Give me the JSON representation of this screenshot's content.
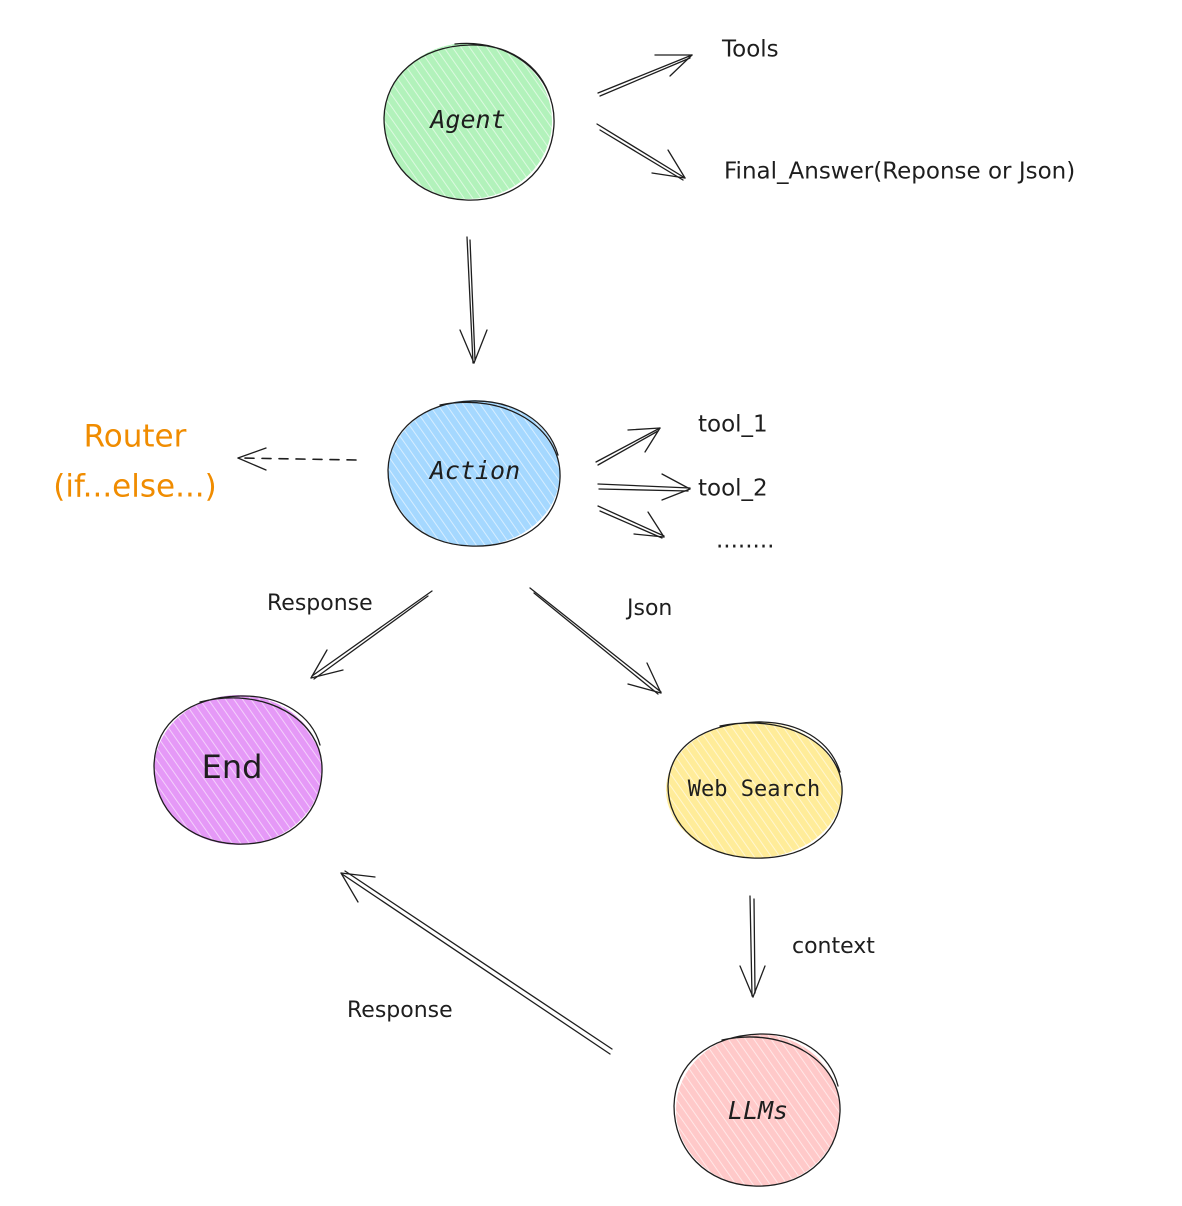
{
  "nodes": {
    "agent": {
      "label": "Agent",
      "fill": "#b2f2bb"
    },
    "action": {
      "label": "Action",
      "fill": "#a5d8ff"
    },
    "end": {
      "label": "End",
      "fill": "#e599f7"
    },
    "web_search": {
      "label": "Web Search",
      "fill": "#ffec99"
    },
    "llms": {
      "label": "LLMs",
      "fill": "#ffc9c9"
    }
  },
  "agent_outputs": {
    "tools": "Tools",
    "final_answer": "Final_Answer(Reponse or Json)"
  },
  "action_outputs": {
    "tool_1": "tool_1",
    "tool_2": "tool_2",
    "more": "........"
  },
  "router": {
    "line1": "Router",
    "line2": "(if...else...)",
    "color": "#f08c00"
  },
  "edges": {
    "action_to_end": "Response",
    "action_to_web": "Json",
    "web_to_llms": "context",
    "llms_to_end": "Response"
  }
}
